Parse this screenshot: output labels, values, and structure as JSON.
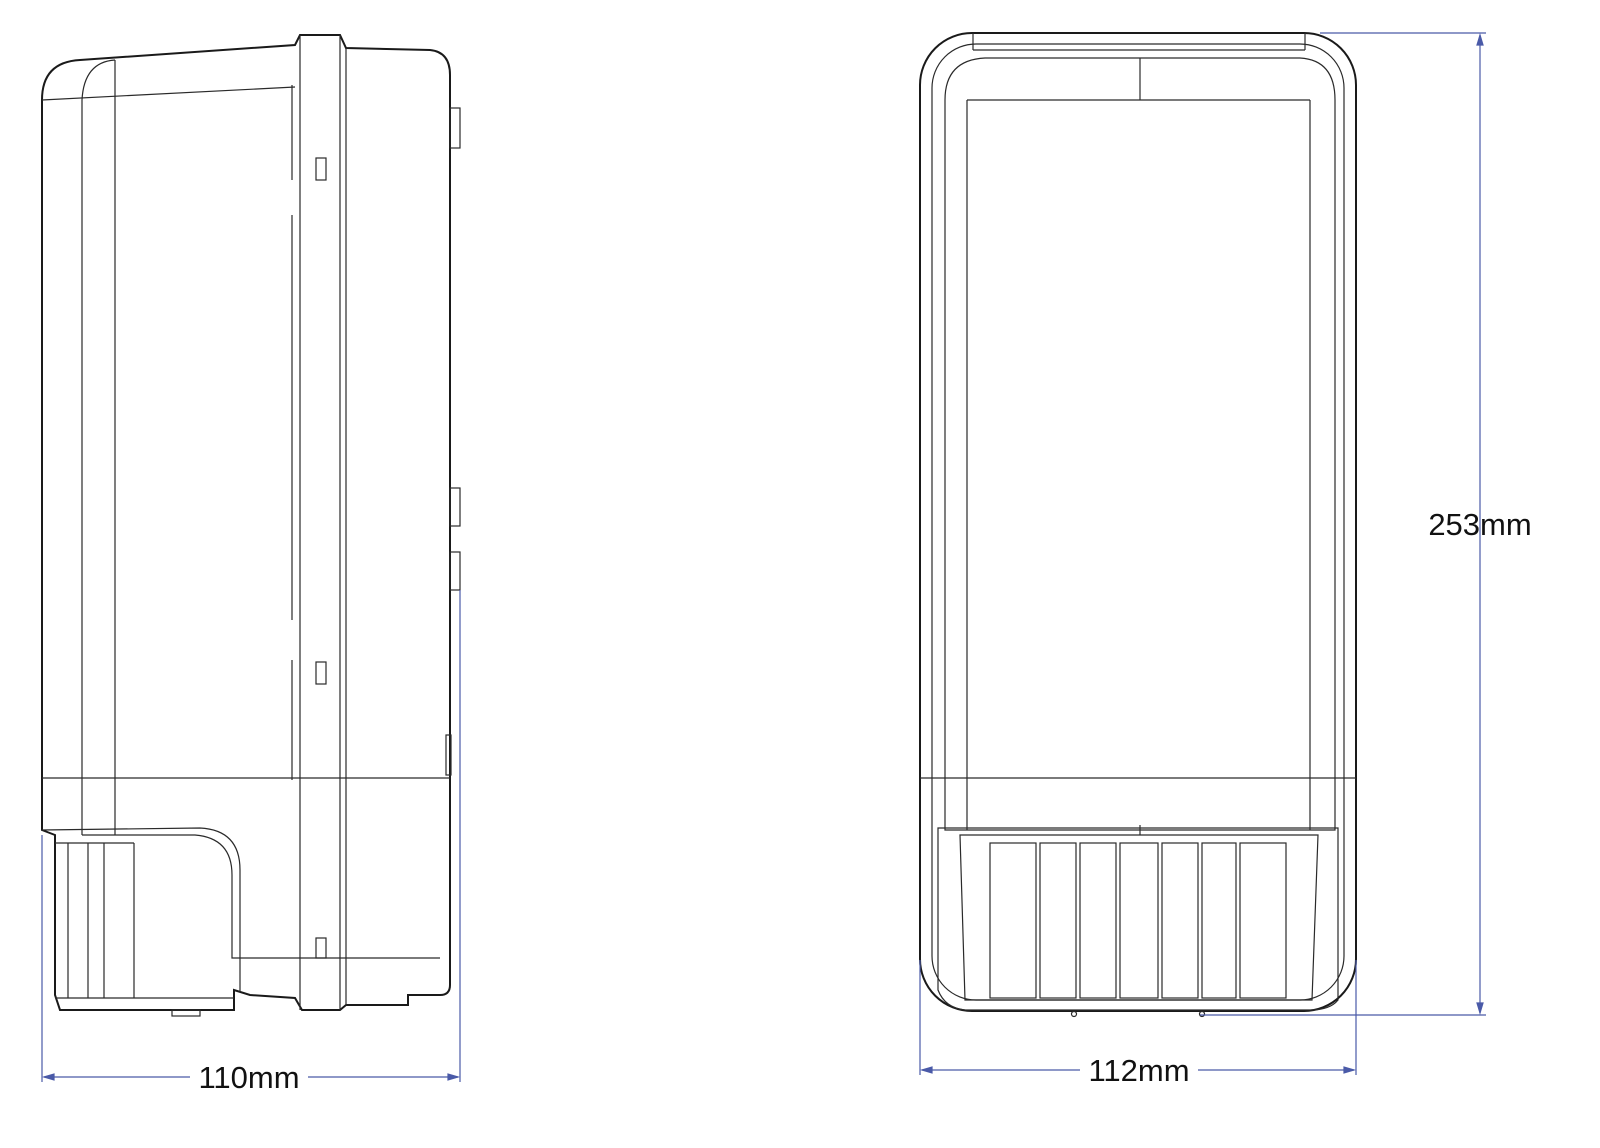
{
  "drawing": {
    "side_view": {
      "width_label": "110mm"
    },
    "front_view": {
      "width_label": "112mm",
      "height_label": "253mm"
    },
    "colors": {
      "outline": "#1a1a1a",
      "dimension": "#4a5aa8",
      "background": "#ffffff"
    }
  }
}
